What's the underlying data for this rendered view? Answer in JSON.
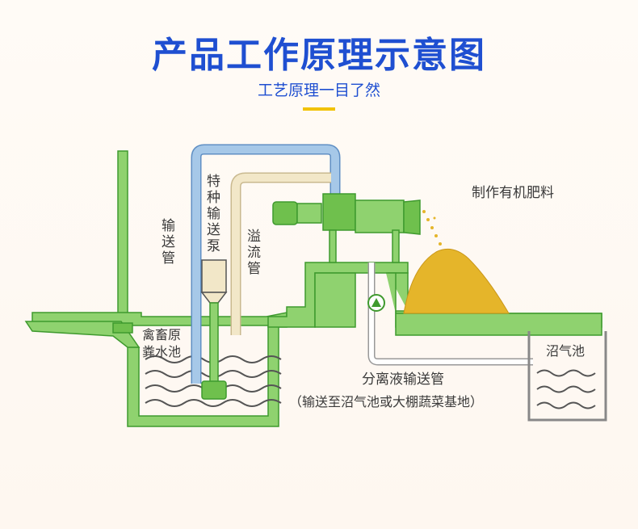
{
  "header": {
    "title": "产品工作原理示意图",
    "subtitle": "工艺原理一目了然"
  },
  "diagram": {
    "labels": {
      "delivery_pipe": [
        "输",
        "送",
        "管"
      ],
      "special_pump": [
        "特",
        "种",
        "输",
        "送",
        "泵"
      ],
      "overflow_pipe": [
        "溢",
        "流",
        "管"
      ],
      "manure_pool": [
        "禽畜原",
        "粪水池"
      ],
      "organic_fertilizer": "制作有机肥料",
      "biogas_pool": "沼气池",
      "separation_pipe": "分离液输送管",
      "separation_pipe_note": "（输送至沼气池或大棚蔬菜基地）"
    },
    "colors": {
      "structure": "#8fd26f",
      "structure_stroke": "#3f9a2e",
      "delivery_pipe": "#a6c8e8",
      "overflow_pipe": "#f2e7c8",
      "fertilizer": "#e5b52a",
      "title": "#1f4fd1"
    }
  }
}
